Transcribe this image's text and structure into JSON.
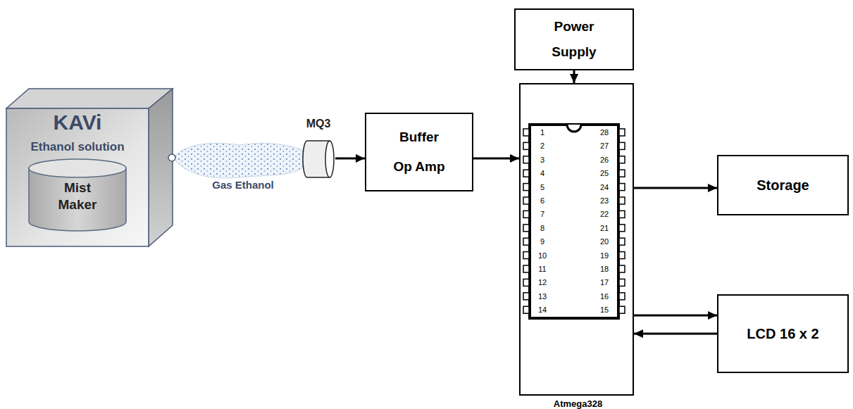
{
  "diagram": {
    "nodes": [
      {
        "text": [
          "KAVi",
          "Ethanol solution"
        ]
      },
      {
        "text": [
          "Mist Maker"
        ],
        "in": 0
      },
      {
        "text": [
          "MQ3"
        ]
      },
      {
        "text": [
          "Buffer Op Amp"
        ]
      },
      {
        "text": [
          "Power Supply"
        ]
      },
      {
        "text": [
          "Atmega328"
        ]
      },
      {
        "text": [
          "Storage"
        ]
      },
      {
        "text": [
          "LCD 16 x 2"
        ]
      }
    ],
    "edges": [
      {
        "from": 2,
        "to": 3,
        "arrow": "to"
      },
      {
        "from": 3,
        "to": 5,
        "arrow": "to"
      },
      {
        "from": 4,
        "to": 5,
        "arrow": "to"
      },
      {
        "from": 5,
        "to": 6,
        "arrow": "to"
      },
      {
        "from": 5,
        "to": 7,
        "arrow": "to"
      },
      {
        "from": 7,
        "to": 5,
        "arrow": "to"
      }
    ],
    "labels": [
      "Gas Ethanol",
      "1",
      "2",
      "3",
      "4",
      "5",
      "6",
      "7",
      "8",
      "9",
      "10",
      "11",
      "12",
      "13",
      "14",
      "15",
      "16",
      "17",
      "18",
      "19",
      "20",
      "21",
      "22",
      "23",
      "24",
      "25",
      "26",
      "27",
      "28"
    ]
  }
}
